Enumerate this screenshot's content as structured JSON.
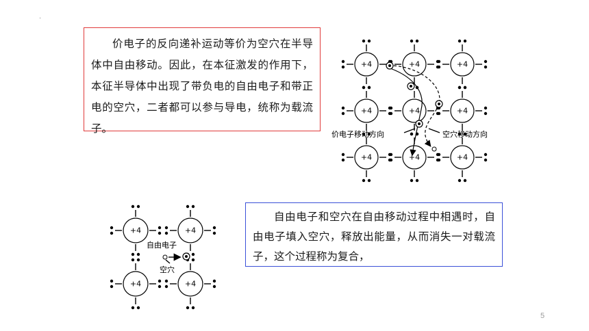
{
  "slide": {
    "corner_mark": "·",
    "paragraph_1": "价电子的反向递补运动等价为空穴在半导体中自由移动。因此，在本征激发的作用下，本征半导体中出现了带负电的自由电子和带正电的空穴，二者都可以参与导电，统称为载流子。",
    "paragraph_2": "自由电子和空穴在自由移动过程中相遇时，自由电子填入空穴，释放出能量，从而消失一对载流子，这个过程称为复合，",
    "page_number": "5"
  },
  "diagram_top": {
    "atom_label": "+4",
    "label_valence_motion": "价电子移动方向",
    "label_hole_motion": "空穴移动方向"
  },
  "diagram_bottom": {
    "atom_label": "+4",
    "label_free_electron": "自由电子",
    "label_hole": "空穴"
  }
}
